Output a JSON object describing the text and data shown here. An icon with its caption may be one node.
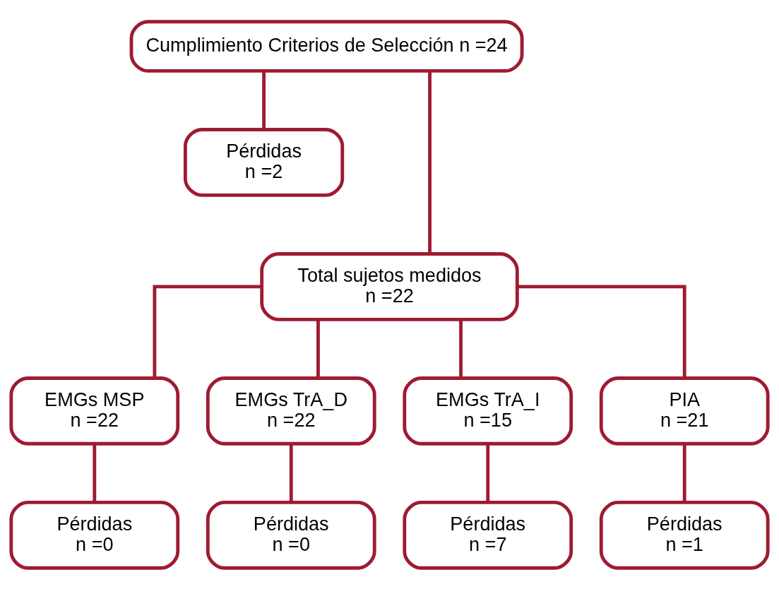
{
  "diagram": {
    "nodes": [
      {
        "text": [
          "Cumplimiento Criterios de Selección n =24"
        ]
      },
      {
        "text": [
          "Pérdidas",
          "n =2"
        ]
      },
      {
        "text": [
          "Total sujetos medidos",
          "n =22"
        ]
      },
      {
        "text": [
          "EMGs MSP",
          "n =22"
        ]
      },
      {
        "text": [
          "EMGs TrA_D",
          "n =22"
        ]
      },
      {
        "text": [
          "EMGs TrA_I",
          "n =15"
        ]
      },
      {
        "text": [
          "PIA",
          "n =21"
        ]
      },
      {
        "text": [
          "Pérdidas",
          "n =0"
        ]
      },
      {
        "text": [
          "Pérdidas",
          "n =0"
        ]
      },
      {
        "text": [
          "Pérdidas",
          "n =7"
        ]
      },
      {
        "text": [
          "Pérdidas",
          "n =1"
        ]
      }
    ],
    "edges": [
      {
        "from": 0,
        "to": 1,
        "arrow": "none"
      },
      {
        "from": 0,
        "to": 2,
        "arrow": "none"
      },
      {
        "from": 2,
        "to": 3,
        "arrow": "none"
      },
      {
        "from": 2,
        "to": 4,
        "arrow": "none"
      },
      {
        "from": 2,
        "to": 5,
        "arrow": "none"
      },
      {
        "from": 2,
        "to": 6,
        "arrow": "none"
      },
      {
        "from": 3,
        "to": 7,
        "arrow": "none"
      },
      {
        "from": 4,
        "to": 8,
        "arrow": "none"
      },
      {
        "from": 5,
        "to": 9,
        "arrow": "none"
      },
      {
        "from": 6,
        "to": 10,
        "arrow": "none"
      }
    ]
  }
}
